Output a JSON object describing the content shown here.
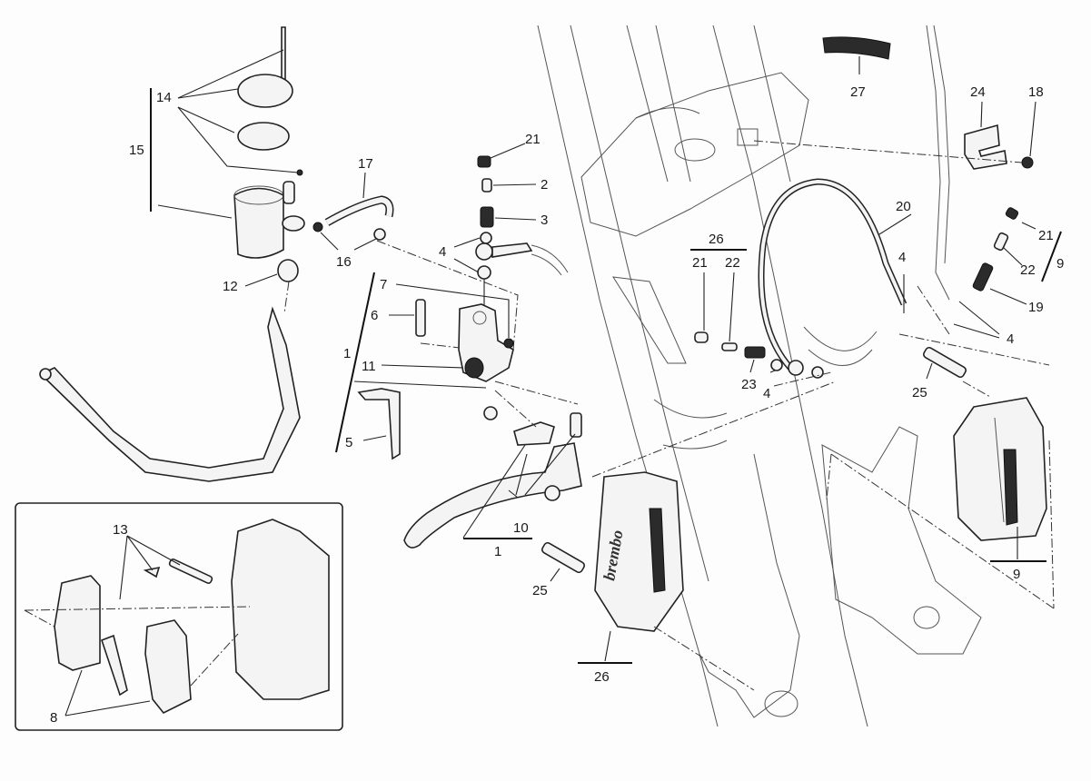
{
  "diagram": {
    "title": "Front brake system exploded parts diagram",
    "callouts": {
      "c1_upper": "1",
      "c1_lower": "1",
      "c2": "2",
      "c3": "3",
      "c4_a": "4",
      "c4_b": "4",
      "c4_c": "4",
      "c4_d": "4",
      "c5": "5",
      "c6": "6",
      "c7": "7",
      "c8": "8",
      "c9_right": "9",
      "c9_lower": "9",
      "c10": "10",
      "c11": "11",
      "c12": "12",
      "c13": "13",
      "c14": "14",
      "c15": "15",
      "c16": "16",
      "c17": "17",
      "c18": "18",
      "c19": "19",
      "c20": "20",
      "c21_a": "21",
      "c21_b": "21",
      "c21_c": "21",
      "c22_a": "22",
      "c22_b": "22",
      "c23": "23",
      "c24": "24",
      "c25_a": "25",
      "c25_b": "25",
      "c26_a": "26",
      "c26_b": "26",
      "c27": "27"
    },
    "caliper_brand": "brembo",
    "inset_label": "brake-pad-detail-inset"
  }
}
